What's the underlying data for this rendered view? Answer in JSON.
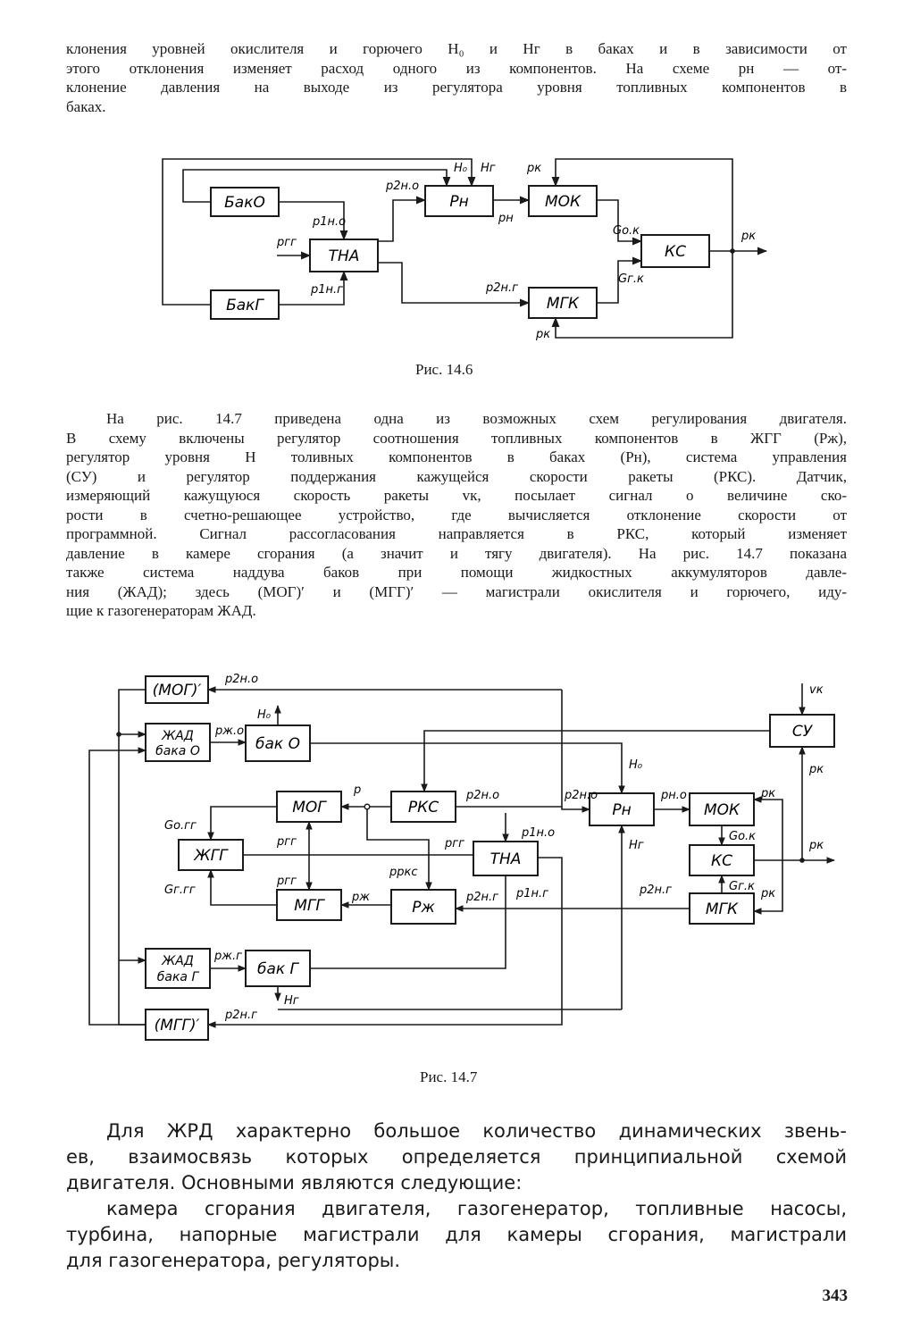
{
  "top_paragraph": [
    "клонения уровней окислителя и горючего H₀ и Hг в баках и в зависимости от",
    "этого отклонения изменяет расход одного из компонентов. На схеме pн — от-",
    "клонение давления на выходе из регулятора уровня топливных компонентов в",
    "баках."
  ],
  "fig146": {
    "caption": "Рис. 14.6",
    "blocks": {
      "bak_o": "БакО",
      "bak_g": "БакГ",
      "tna": "ТНА",
      "p_n": "Pн",
      "mok": "МОК",
      "mgk": "МГК",
      "ks": "КС"
    },
    "labels": {
      "h0": "H₀",
      "hg": "Hг",
      "pk_top": "pк",
      "p2no": "p2н.о",
      "p1no": "p1н.о",
      "pgg": "pгг",
      "p1ng": "p1н.г",
      "pn": "pн",
      "p2ng": "p2н.г",
      "gok": "Gо.к",
      "ggk": "Gг.к",
      "pk_out": "pк",
      "pk_bottom": "pк"
    }
  },
  "middle_paragraph": [
    "На рис. 14.7 приведена одна из возможных схем регулирования двигателя.",
    "В схему включены регулятор соотношения топливных компонентов в ЖГГ (Pж),",
    "регулятор уровня H толивных компонентов в баках (Pн), система управления",
    "(СУ) и регулятор поддержания кажущейся скорости ракеты (РКС). Датчик,",
    "измеряющий кажущуюся скорость ракеты vк, посылает сигнал о величине ско-",
    "рости в счетно-решающее устройство, где вычисляется отклонение скорости от",
    "программной. Сигнал рассогласования направляется в РКС, который изменяет",
    "давление в камере сгорания (а значит и тягу двигателя). На рис. 14.7 показана",
    "также система наддува баков при помощи жидкостных аккумуляторов давле-",
    "ния (ЖАД); здесь (МОГ)′ и (МГГ)′ — магистрали окислителя и горючего, иду-",
    "щие к газогенераторам ЖАД."
  ],
  "fig147": {
    "caption": "Рис. 14.7",
    "blocks": {
      "mog_prime": "(МОГ)′",
      "zhad_o_1": "ЖАД",
      "zhad_o_2": "бака О",
      "bak_o": "бак О",
      "su": "СУ",
      "mog": "МОГ",
      "rks": "РКС",
      "p_n": "Pн",
      "mok": "МОК",
      "zhgg": "ЖГГ",
      "tna": "ТНА",
      "ks": "КС",
      "mgg": "МГГ",
      "p_zh": "Pж",
      "mgk": "МГК",
      "zhad_g_1": "ЖАД",
      "zhad_g_2": "бака Г",
      "bak_g": "бак Г",
      "mgg_prime": "(МГГ)′"
    },
    "labels": {
      "p2no_top": "p2н.о",
      "vk": "vк",
      "h0_a": "H₀",
      "pzho": "pж.о",
      "h0_b": "H₀",
      "pk_su": "pк",
      "p": "p",
      "p2no_mid": "p2н.о",
      "p2no_pn": "p2н.о",
      "pno": "pн.о",
      "pk_mok": "pк",
      "pgg_1": "pгг",
      "p1no": "p1н.о",
      "gok": "Gо.к",
      "pk_out": "pк",
      "gogg": "Gо.гг",
      "pgg_2": "pгг",
      "hg": "Hг",
      "prks": "pркс",
      "ggk": "Gг.к",
      "pgg_3": "pгг",
      "pk_mgk": "pк",
      "gggg": "Gг.гг",
      "pzh": "pж",
      "p2ng_mid": "p2н.г",
      "p1ng": "p1н.г",
      "p2ng_r": "p2н.г",
      "pzhg": "pж.г",
      "hg2": "Hг",
      "p2ng_bot": "p2н.г"
    }
  },
  "bottom_paragraph": [
    "Для ЖРД характерно большое количество динамических звень-",
    "ев, взаимосвязь которых определяется принципиальной схемой",
    "двигателя. Основными являются следующие:",
    "камера сгорания двигателя, газогенератор, топливные насосы,",
    "турбина, напорные магистрали для камеры сгорания, магистрали",
    "для газогенератора, регуляторы."
  ],
  "page_number": "343"
}
